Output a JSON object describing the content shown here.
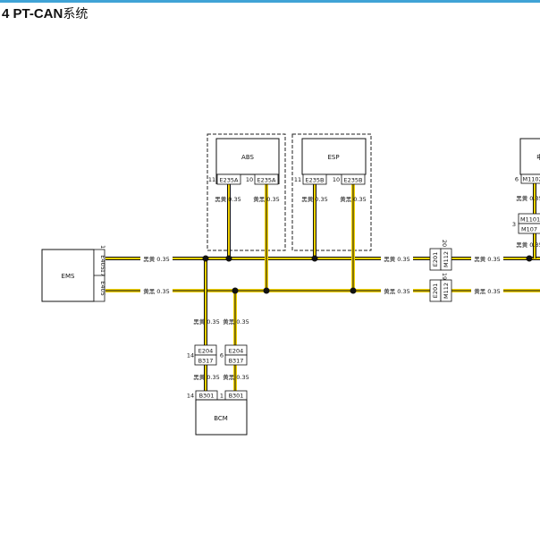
{
  "title": {
    "number": "4",
    "main": "PT-CAN",
    "suffix": "系统"
  },
  "modules": {
    "abs": "ABS",
    "esp": "ESP",
    "ems": "EMS",
    "bcm": "BCM",
    "right_module": "电"
  },
  "pins": {
    "abs_left": "11",
    "abs_right": "10",
    "esp_left": "11",
    "esp_right": "10",
    "ems_top": "1",
    "ems_bottom": "17",
    "e201_top": "20",
    "e201_bottom": "19",
    "e204_left": "14",
    "e204_right": "6",
    "b301_left": "14",
    "b301_right": "1",
    "m110_top": "6",
    "m110_mid": "3"
  },
  "connectors": {
    "e235a": "E235A",
    "e235b": "E235B",
    "e405": "E405",
    "e201": "E201",
    "m112": "M112",
    "e204": "E204",
    "b317": "B317",
    "b301": "B301",
    "m110_top": "M1102",
    "m110_mid": "M1101",
    "m107": "M107"
  },
  "wire_labels": {
    "black_yellow": "黑黄 0.35",
    "yellow_black": "黄黑 0.35"
  }
}
